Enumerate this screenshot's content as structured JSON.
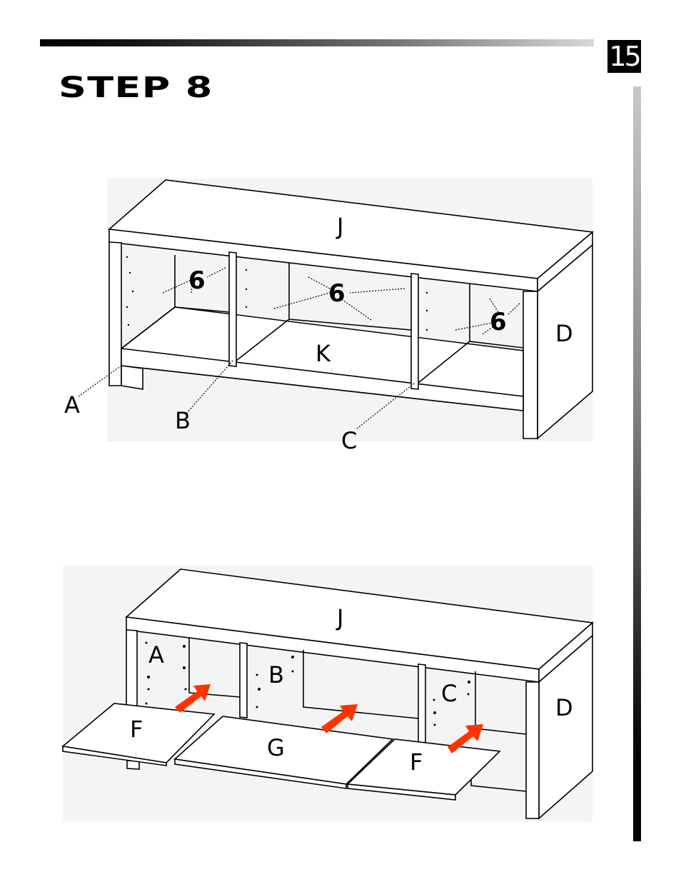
{
  "page": {
    "number": "15",
    "step_title": "STEP 8"
  },
  "diagram_top": {
    "labels": {
      "top": "J",
      "right_side": "D",
      "bottom_shelf": "K",
      "panel_a": "A",
      "panel_b": "B",
      "panel_c": "C"
    },
    "hardware": [
      "6",
      "6",
      "6"
    ]
  },
  "diagram_bottom": {
    "labels": {
      "top": "J",
      "right_side": "D",
      "panel_a": "A",
      "panel_b": "B",
      "panel_c": "C",
      "door_left": "F",
      "door_middle": "G",
      "door_right": "F"
    }
  },
  "colors": {
    "arrow": "#ff3300",
    "line": "#000000",
    "shade": "#f2f2f2"
  }
}
